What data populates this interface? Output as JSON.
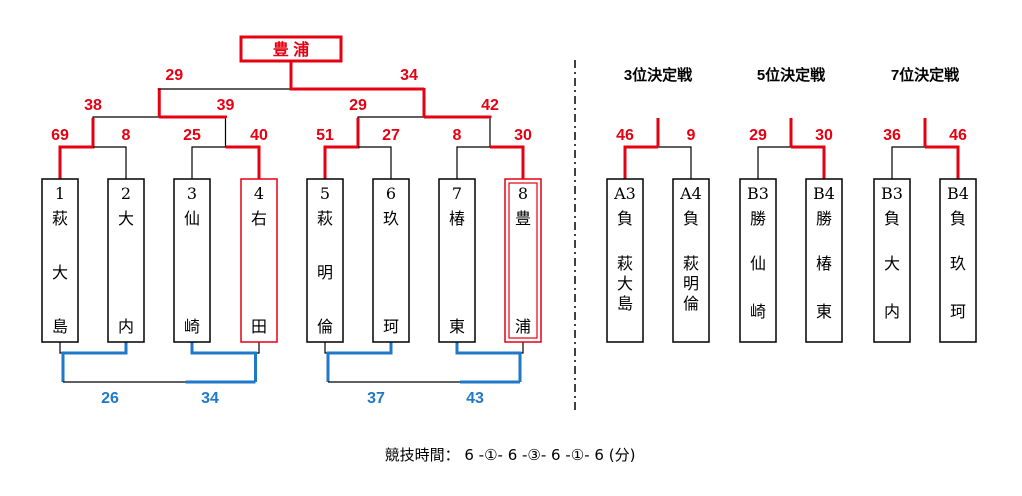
{
  "champion": {
    "label": "豊 浦"
  },
  "colors": {
    "win_top": "#e60012",
    "win_bottom": "#1f78c8",
    "line": "#000000"
  },
  "teams": [
    {
      "seed": "1",
      "chars": [
        "萩",
        "大",
        "島"
      ]
    },
    {
      "seed": "2",
      "chars": [
        "大",
        "内"
      ]
    },
    {
      "seed": "3",
      "chars": [
        "仙",
        "崎"
      ]
    },
    {
      "seed": "4",
      "chars": [
        "右",
        "田"
      ]
    },
    {
      "seed": "5",
      "chars": [
        "萩",
        "明",
        "倫"
      ]
    },
    {
      "seed": "6",
      "chars": [
        "玖",
        "珂"
      ]
    },
    {
      "seed": "7",
      "chars": [
        "椿",
        "東"
      ]
    },
    {
      "seed": "8",
      "chars": [
        "豊",
        "浦"
      ]
    }
  ],
  "scores": {
    "r1": [
      "69",
      "8",
      "25",
      "40",
      "51",
      "27",
      "8",
      "30"
    ],
    "r2": [
      "38",
      "39",
      "29",
      "42"
    ],
    "final": [
      "29",
      "34"
    ],
    "loser": [
      "26",
      "34",
      "37",
      "43"
    ]
  },
  "placement": [
    {
      "title": "3位決定戦",
      "left": {
        "tag": "A3",
        "res": "負",
        "chars": [
          "萩",
          "大",
          "島"
        ],
        "score": "46"
      },
      "right": {
        "tag": "A4",
        "res": "負",
        "chars": [
          "萩",
          "明",
          "倫"
        ],
        "score": "9"
      }
    },
    {
      "title": "5位決定戦",
      "left": {
        "tag": "B3",
        "res": "勝",
        "chars": [
          "仙",
          "崎"
        ],
        "score": "29"
      },
      "right": {
        "tag": "B4",
        "res": "勝",
        "chars": [
          "椿",
          "東"
        ],
        "score": "30"
      }
    },
    {
      "title": "7位決定戦",
      "left": {
        "tag": "B3",
        "res": "負",
        "chars": [
          "大",
          "内"
        ],
        "score": "36"
      },
      "right": {
        "tag": "B4",
        "res": "負",
        "chars": [
          "玖",
          "珂"
        ],
        "score": "46"
      }
    }
  ],
  "footer": "競技時間： 6 -①- 6 -③- 6 -①- 6 (分)"
}
